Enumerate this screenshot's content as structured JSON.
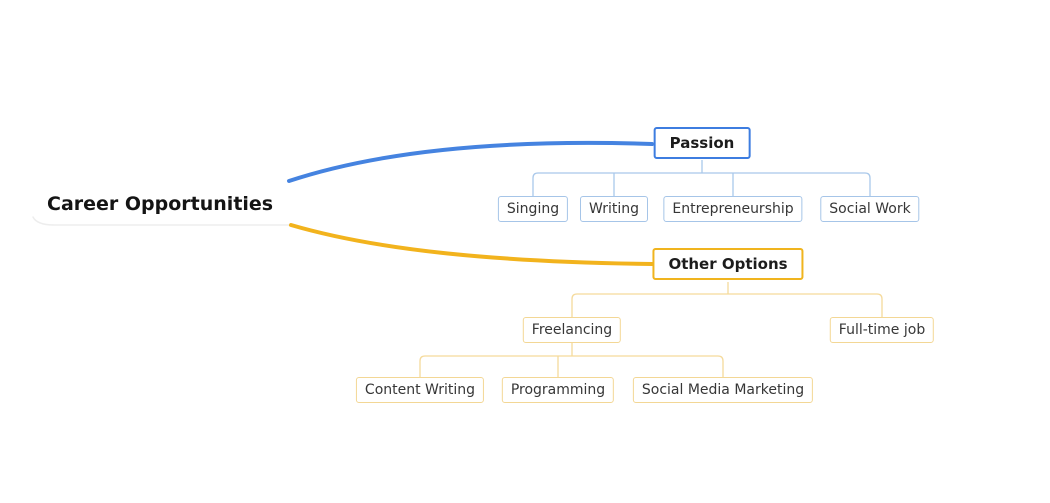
{
  "app": {
    "type": "mind-map-diagram",
    "background": "#ffffff"
  },
  "colors": {
    "passion_branch": "#4583e0",
    "passion_border": "#3d7de0",
    "passion_connector": "#a9c8ea",
    "other_branch": "#f2b31d",
    "other_border": "#f0b41e",
    "other_connector": "#f5da9b",
    "root_underline": "#ededed",
    "node_text": "#373737",
    "heading_text": "#141414"
  },
  "mindmap": {
    "root": {
      "label": "Career Opportunities"
    },
    "branches": [
      {
        "label": "Passion",
        "color": "#4583e0",
        "children": [
          {
            "label": "Singing"
          },
          {
            "label": "Writing"
          },
          {
            "label": "Entrepreneurship"
          },
          {
            "label": "Social Work"
          }
        ]
      },
      {
        "label": "Other Options",
        "color": "#f2b31d",
        "children": [
          {
            "label": "Freelancing",
            "children": [
              {
                "label": "Content Writing"
              },
              {
                "label": "Programming"
              },
              {
                "label": "Social Media Marketing"
              }
            ]
          },
          {
            "label": "Full-time job"
          }
        ]
      }
    ]
  }
}
